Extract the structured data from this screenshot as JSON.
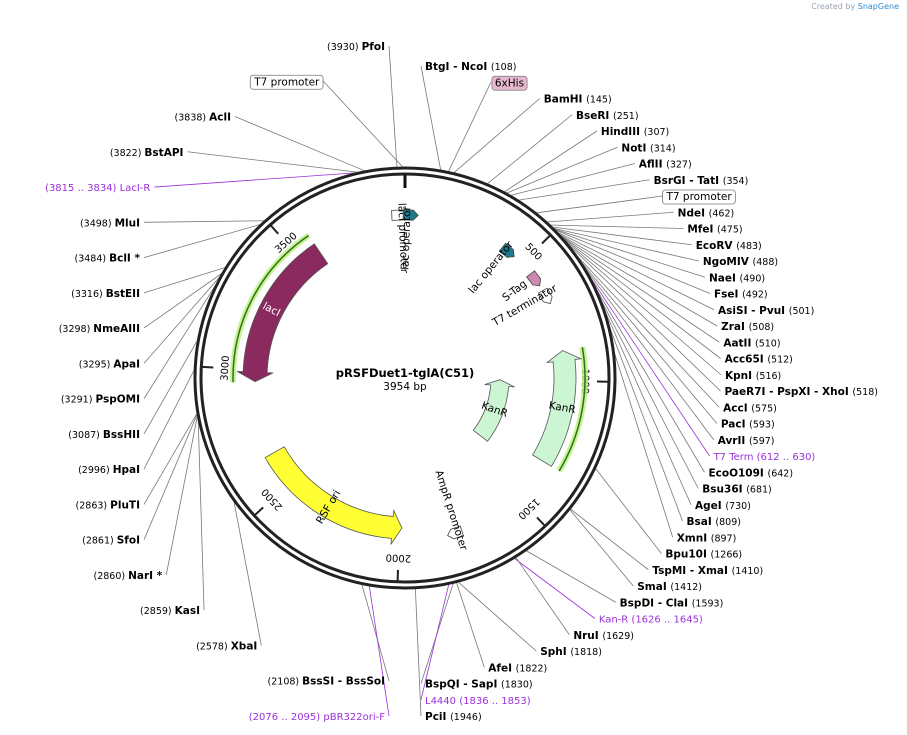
{
  "credit": {
    "prefix": "Created by",
    "brand": "SnapGene"
  },
  "plasmid": {
    "name": "pRSFDuet1-tglA(C51)",
    "size_label": "3954 bp",
    "length": 3954
  },
  "ticks": [
    {
      "pos": 500,
      "label": "500"
    },
    {
      "pos": 1000,
      "label": "1000"
    },
    {
      "pos": 1500,
      "label": "1500"
    },
    {
      "pos": 2000,
      "label": "2000"
    },
    {
      "pos": 2500,
      "label": "2500"
    },
    {
      "pos": 3000,
      "label": "3000"
    },
    {
      "pos": 3500,
      "label": "3500"
    }
  ],
  "features": [
    {
      "name": "lacI",
      "start": 3580,
      "end": 2950,
      "color": "#8b2a5e",
      "label": "lacI"
    },
    {
      "name": "KanR-outer",
      "start": 1330,
      "end": 880,
      "color": "#ccf5d3",
      "label": "KanR"
    },
    {
      "name": "KanR-inner",
      "start": 1400,
      "end": 1000,
      "color": "#ccf5d3",
      "label": "KanR"
    },
    {
      "name": "RSF ori",
      "start": 2640,
      "end": 1990,
      "color": "#ffff33",
      "label": "RSF ori"
    }
  ],
  "small_features": [
    {
      "name": "lacI promoter",
      "pos": 3930,
      "color": "#ffffff",
      "label": "lacI promoter"
    },
    {
      "name": "lac operator",
      "pos": 20,
      "color": "#1f7a8c",
      "label": "lac operator"
    },
    {
      "name": "lac operator 2",
      "pos": 430,
      "color": "#1f7a8c",
      "label": "lac operator"
    },
    {
      "name": "S-Tag",
      "pos": 580,
      "color": "#cc8ab0",
      "label": "S-Tag"
    },
    {
      "name": "T7 terminator",
      "pos": 660,
      "color": "#ffffff",
      "label": "T7 terminator"
    },
    {
      "name": "AmpR promoter",
      "pos": 1780,
      "color": "#ffffff",
      "label": "AmpR promoter"
    }
  ],
  "right_sites": [
    {
      "parts": [
        {
          "t": "BtgI",
          "c": "b"
        },
        {
          "t": "  -  NcoI",
          "c": "b"
        },
        {
          "t": "(108)",
          "c": "p"
        }
      ],
      "pos": 108
    },
    {
      "parts": [
        {
          "t": "6xHis",
          "c": "box"
        }
      ],
      "pos": 130
    },
    {
      "parts": [
        {
          "t": "BamHI",
          "c": "b"
        },
        {
          "t": "(145)",
          "c": "p"
        }
      ],
      "pos": 145
    },
    {
      "parts": [
        {
          "t": "BseRI",
          "c": "b"
        },
        {
          "t": "(251)",
          "c": "p"
        }
      ],
      "pos": 251
    },
    {
      "parts": [
        {
          "t": "HindIII",
          "c": "b"
        },
        {
          "t": "(307)",
          "c": "p"
        }
      ],
      "pos": 307
    },
    {
      "parts": [
        {
          "t": "NotI",
          "c": "b"
        },
        {
          "t": "(314)",
          "c": "p"
        }
      ],
      "pos": 314
    },
    {
      "parts": [
        {
          "t": "AflII",
          "c": "b"
        },
        {
          "t": "(327)",
          "c": "p"
        }
      ],
      "pos": 327
    },
    {
      "parts": [
        {
          "t": "BsrGI",
          "c": "b"
        },
        {
          "t": "  -  TatI",
          "c": "b"
        },
        {
          "t": "(354)",
          "c": "p"
        }
      ],
      "pos": 354
    },
    {
      "parts": [
        {
          "t": "T7 promoter",
          "c": "box"
        }
      ],
      "pos": 420
    },
    {
      "parts": [
        {
          "t": "NdeI",
          "c": "b"
        },
        {
          "t": "(462)",
          "c": "p"
        }
      ],
      "pos": 462
    },
    {
      "parts": [
        {
          "t": "MfeI",
          "c": "b"
        },
        {
          "t": "(475)",
          "c": "p"
        }
      ],
      "pos": 475
    },
    {
      "parts": [
        {
          "t": "EcoRV",
          "c": "b"
        },
        {
          "t": "(483)",
          "c": "p"
        }
      ],
      "pos": 483
    },
    {
      "parts": [
        {
          "t": "NgoMIV",
          "c": "b"
        },
        {
          "t": "(488)",
          "c": "p"
        }
      ],
      "pos": 488
    },
    {
      "parts": [
        {
          "t": "NaeI",
          "c": "b"
        },
        {
          "t": "(490)",
          "c": "p"
        }
      ],
      "pos": 490
    },
    {
      "parts": [
        {
          "t": "FseI",
          "c": "b"
        },
        {
          "t": "(492)",
          "c": "p"
        }
      ],
      "pos": 492
    },
    {
      "parts": [
        {
          "t": "AsiSI",
          "c": "b"
        },
        {
          "t": "  -  PvuI",
          "c": "b"
        },
        {
          "t": "(501)",
          "c": "p"
        }
      ],
      "pos": 501
    },
    {
      "parts": [
        {
          "t": "ZraI",
          "c": "b"
        },
        {
          "t": "(508)",
          "c": "p"
        }
      ],
      "pos": 508
    },
    {
      "parts": [
        {
          "t": "AatII",
          "c": "b"
        },
        {
          "t": "(510)",
          "c": "p"
        }
      ],
      "pos": 510
    },
    {
      "parts": [
        {
          "t": "Acc65I",
          "c": "b"
        },
        {
          "t": "(512)",
          "c": "p"
        }
      ],
      "pos": 512
    },
    {
      "parts": [
        {
          "t": "KpnI",
          "c": "b"
        },
        {
          "t": "(516)",
          "c": "p"
        }
      ],
      "pos": 516
    },
    {
      "parts": [
        {
          "t": "PaeR7I",
          "c": "b"
        },
        {
          "t": "  -  PspXI",
          "c": "b"
        },
        {
          "t": "  -  XhoI",
          "c": "b"
        },
        {
          "t": "(518)",
          "c": "p"
        }
      ],
      "pos": 518
    },
    {
      "parts": [
        {
          "t": "AccI",
          "c": "b"
        },
        {
          "t": "(575)",
          "c": "p"
        }
      ],
      "pos": 575
    },
    {
      "parts": [
        {
          "t": "PacI",
          "c": "b"
        },
        {
          "t": "(593)",
          "c": "p"
        }
      ],
      "pos": 593
    },
    {
      "parts": [
        {
          "t": "AvrII",
          "c": "b"
        },
        {
          "t": "(597)",
          "c": "p"
        }
      ],
      "pos": 597
    },
    {
      "parts": [
        {
          "t": "T7 Term",
          "c": "primer"
        },
        {
          "t": "(612 .. 630)",
          "c": "primer"
        }
      ],
      "pos": 620
    },
    {
      "parts": [
        {
          "t": "EcoO109I",
          "c": "b"
        },
        {
          "t": "(642)",
          "c": "p"
        }
      ],
      "pos": 642
    },
    {
      "parts": [
        {
          "t": "Bsu36I",
          "c": "b"
        },
        {
          "t": "(681)",
          "c": "p"
        }
      ],
      "pos": 681
    },
    {
      "parts": [
        {
          "t": "AgeI",
          "c": "b"
        },
        {
          "t": "(730)",
          "c": "p"
        }
      ],
      "pos": 730
    },
    {
      "parts": [
        {
          "t": "BsaI",
          "c": "b"
        },
        {
          "t": "(809)",
          "c": "p"
        }
      ],
      "pos": 809
    },
    {
      "parts": [
        {
          "t": "XmnI",
          "c": "b"
        },
        {
          "t": "(897)",
          "c": "p"
        }
      ],
      "pos": 897
    },
    {
      "parts": [
        {
          "t": "Bpu10I",
          "c": "b"
        },
        {
          "t": "(1266)",
          "c": "p"
        }
      ],
      "pos": 1266
    },
    {
      "parts": [
        {
          "t": "TspMI",
          "c": "b"
        },
        {
          "t": "  -  XmaI",
          "c": "b"
        },
        {
          "t": "(1410)",
          "c": "p"
        }
      ],
      "pos": 1410
    },
    {
      "parts": [
        {
          "t": "SmaI",
          "c": "b"
        },
        {
          "t": "(1412)",
          "c": "p"
        }
      ],
      "pos": 1412
    },
    {
      "parts": [
        {
          "t": "BspDI",
          "c": "b"
        },
        {
          "t": "  -  ClaI",
          "c": "b"
        },
        {
          "t": "(1593)",
          "c": "p"
        }
      ],
      "pos": 1593
    },
    {
      "parts": [
        {
          "t": "Kan-R",
          "c": "primer"
        },
        {
          "t": "(1626 .. 1645)",
          "c": "primer"
        }
      ],
      "pos": 1635
    },
    {
      "parts": [
        {
          "t": "NruI",
          "c": "b"
        },
        {
          "t": "(1629)",
          "c": "p"
        }
      ],
      "pos": 1629
    },
    {
      "parts": [
        {
          "t": "SphI",
          "c": "b"
        },
        {
          "t": "(1818)",
          "c": "p"
        }
      ],
      "pos": 1818
    },
    {
      "parts": [
        {
          "t": "AfeI",
          "c": "b"
        },
        {
          "t": "(1822)",
          "c": "p"
        }
      ],
      "pos": 1822
    },
    {
      "parts": [
        {
          "t": "BspQI",
          "c": "b"
        },
        {
          "t": "  -  SapI",
          "c": "b"
        },
        {
          "t": "(1830)",
          "c": "p"
        }
      ],
      "pos": 1830
    },
    {
      "parts": [
        {
          "t": "L4440",
          "c": "primer"
        },
        {
          "t": "(1836 .. 1853)",
          "c": "primer"
        }
      ],
      "pos": 1844
    },
    {
      "parts": [
        {
          "t": "PciI",
          "c": "b"
        },
        {
          "t": "(1946)",
          "c": "p"
        }
      ],
      "pos": 1946
    }
  ],
  "left_sites": [
    {
      "parts": [
        {
          "t": "(3930)",
          "c": "p"
        },
        {
          "t": "PfoI",
          "c": "b"
        }
      ],
      "pos": 3930
    },
    {
      "parts": [
        {
          "t": "T7 promoter",
          "c": "box"
        }
      ],
      "pos": 3950
    },
    {
      "parts": [
        {
          "t": "(3838)",
          "c": "p"
        },
        {
          "t": "AclI",
          "c": "b"
        }
      ],
      "pos": 3838
    },
    {
      "parts": [
        {
          "t": "(3822)",
          "c": "p"
        },
        {
          "t": "BstAPI",
          "c": "b"
        }
      ],
      "pos": 3822
    },
    {
      "parts": [
        {
          "t": "(3815 .. 3834)",
          "c": "primer"
        },
        {
          "t": "LacI-R",
          "c": "primer"
        }
      ],
      "pos": 3825
    },
    {
      "parts": [
        {
          "t": "(3498)",
          "c": "p"
        },
        {
          "t": "MluI",
          "c": "b"
        }
      ],
      "pos": 3498
    },
    {
      "parts": [
        {
          "t": "(3484)",
          "c": "p"
        },
        {
          "t": "BclI *",
          "c": "b"
        }
      ],
      "pos": 3484
    },
    {
      "parts": [
        {
          "t": "(3316)",
          "c": "p"
        },
        {
          "t": "BstEII",
          "c": "b"
        }
      ],
      "pos": 3316
    },
    {
      "parts": [
        {
          "t": "(3298)",
          "c": "p"
        },
        {
          "t": "NmeAIII",
          "c": "b"
        }
      ],
      "pos": 3298
    },
    {
      "parts": [
        {
          "t": "(3295)",
          "c": "p"
        },
        {
          "t": "ApaI",
          "c": "b"
        }
      ],
      "pos": 3295
    },
    {
      "parts": [
        {
          "t": "(3291)",
          "c": "p"
        },
        {
          "t": "PspOMI",
          "c": "b"
        }
      ],
      "pos": 3291
    },
    {
      "parts": [
        {
          "t": "(3087)",
          "c": "p"
        },
        {
          "t": "BssHII",
          "c": "b"
        }
      ],
      "pos": 3087
    },
    {
      "parts": [
        {
          "t": "(2996)",
          "c": "p"
        },
        {
          "t": "HpaI",
          "c": "b"
        }
      ],
      "pos": 2996
    },
    {
      "parts": [
        {
          "t": "(2863)",
          "c": "p"
        },
        {
          "t": "PluTI",
          "c": "b"
        }
      ],
      "pos": 2863
    },
    {
      "parts": [
        {
          "t": "(2861)",
          "c": "p"
        },
        {
          "t": "SfoI",
          "c": "b"
        }
      ],
      "pos": 2861
    },
    {
      "parts": [
        {
          "t": "(2860)",
          "c": "p"
        },
        {
          "t": "NarI *",
          "c": "b"
        }
      ],
      "pos": 2860
    },
    {
      "parts": [
        {
          "t": "(2859)",
          "c": "p"
        },
        {
          "t": "KasI",
          "c": "b"
        }
      ],
      "pos": 2859
    },
    {
      "parts": [
        {
          "t": "(2578)",
          "c": "p"
        },
        {
          "t": "XbaI",
          "c": "b"
        }
      ],
      "pos": 2578
    },
    {
      "parts": [
        {
          "t": "(2108)",
          "c": "p"
        },
        {
          "t": "BssSI",
          "c": "b"
        },
        {
          "t": "  -  BssSoI",
          "c": "b"
        }
      ],
      "pos": 2108
    },
    {
      "parts": [
        {
          "t": "(2076 .. 2095)",
          "c": "primer"
        },
        {
          "t": "pBR322ori-F",
          "c": "primer"
        }
      ],
      "pos": 2085
    }
  ]
}
